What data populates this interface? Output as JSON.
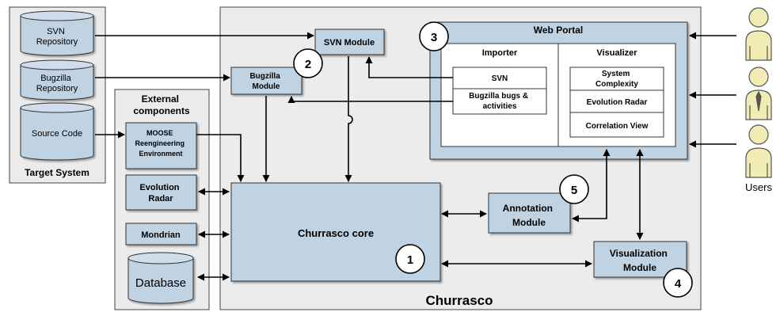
{
  "target_system": {
    "title": "Target System",
    "svn_repo": [
      "SVN",
      "Repository"
    ],
    "bugzilla_repo": [
      "Bugzilla",
      "Repository"
    ],
    "source_code": "Source Code"
  },
  "external": {
    "title": [
      "External",
      "components"
    ],
    "moose": [
      "MOOSE",
      "Reengineering",
      "Environment"
    ],
    "evolution_radar": [
      "Evolution",
      "Radar"
    ],
    "mondrian": "Mondrian",
    "database": "Database"
  },
  "churrasco": {
    "title": "Churrasco",
    "svn_module": "SVN Module",
    "bugzilla_module": [
      "Bugzilla",
      "Module"
    ],
    "core": "Churrasco core",
    "annotation": [
      "Annotation",
      "Module"
    ],
    "visualization": [
      "Visualization",
      "Module"
    ]
  },
  "web_portal": {
    "title": "Web Portal",
    "importer": {
      "title": "Importer",
      "svn": "SVN",
      "bugzilla": [
        "Bugzilla bugs &",
        "activities"
      ]
    },
    "visualizer": {
      "title": "Visualizer",
      "system_complexity": [
        "System",
        "Complexity"
      ],
      "evolution_radar": "Evolution Radar",
      "correlation_view": "Correlation View"
    }
  },
  "numbers": [
    "1",
    "2",
    "3",
    "4",
    "5"
  ],
  "users_label": "Users",
  "colors": {
    "box_fill": "#bfd3e3",
    "panel_fill": "#ececec",
    "user_fill": "#f1ecb4"
  }
}
